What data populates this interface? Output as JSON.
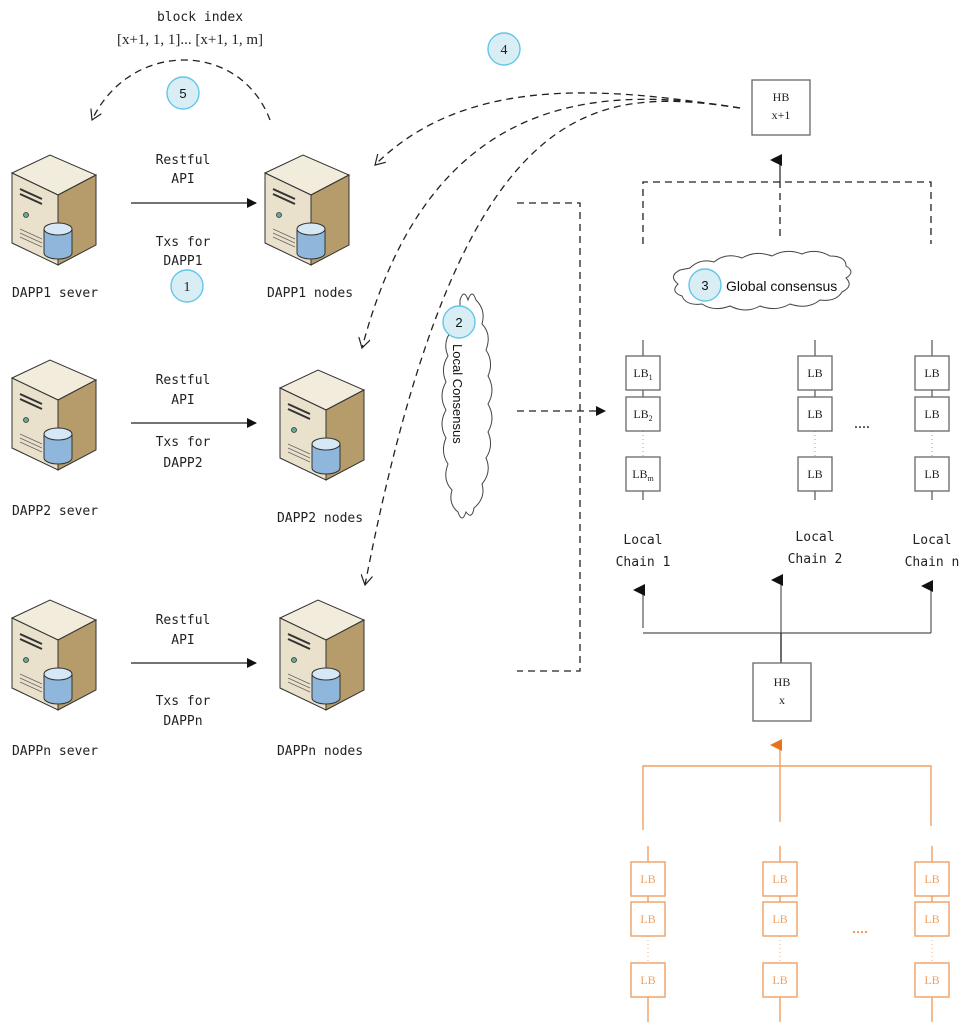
{
  "top_annotation": {
    "line1": "block index",
    "line2": "[x+1, 1, 1]... [x+1, 1, m]"
  },
  "badges": [
    "1",
    "2",
    "3",
    "4",
    "5"
  ],
  "dapps": [
    {
      "server_label": "DAPP1 sever",
      "nodes_label": "DAPP1 nodes",
      "api_line1": "Restful",
      "api_line2": "API",
      "txs_line1": "Txs for",
      "txs_line2": "DAPP1"
    },
    {
      "server_label": "DAPP2 sever",
      "nodes_label": "DAPP2 nodes",
      "api_line1": "Restful",
      "api_line2": "API",
      "txs_line1": "Txs for",
      "txs_line2": "DAPP2"
    },
    {
      "server_label": "DAPPn sever",
      "nodes_label": "DAPPn nodes",
      "api_line1": "Restful",
      "api_line2": "API",
      "txs_line1": "Txs for",
      "txs_line2": "DAPPn"
    }
  ],
  "local_consensus_label": "Local Consensus",
  "global_consensus_label": "Global consensus",
  "hb_top": {
    "line1": "HB",
    "line2": "x+1"
  },
  "hb_bottom": {
    "line1": "HB",
    "line2": "x"
  },
  "chains": [
    {
      "line1": "Local",
      "line2": "Chain 1",
      "blocks": [
        "LB",
        "LB",
        "LB"
      ],
      "subs": [
        "1",
        "2",
        "m"
      ]
    },
    {
      "line1": "Local",
      "line2": "Chain 2",
      "blocks": [
        "LB",
        "LB",
        "LB"
      ],
      "subs": [
        "",
        "",
        ""
      ]
    },
    {
      "line1": "Local",
      "line2": "Chain n",
      "blocks": [
        "LB",
        "LB",
        "LB"
      ],
      "subs": [
        "",
        "",
        ""
      ]
    }
  ],
  "ellipsis": "....",
  "previous_chains": [
    {
      "blocks": [
        "LB",
        "LB",
        "LB"
      ]
    },
    {
      "blocks": [
        "LB",
        "LB",
        "LB"
      ]
    },
    {
      "blocks": [
        "LB",
        "LB",
        "LB"
      ]
    }
  ],
  "colors": {
    "badge_fill": "#d9edf5",
    "badge_stroke": "#5fc6ea",
    "previous_round": "#f0a060"
  }
}
